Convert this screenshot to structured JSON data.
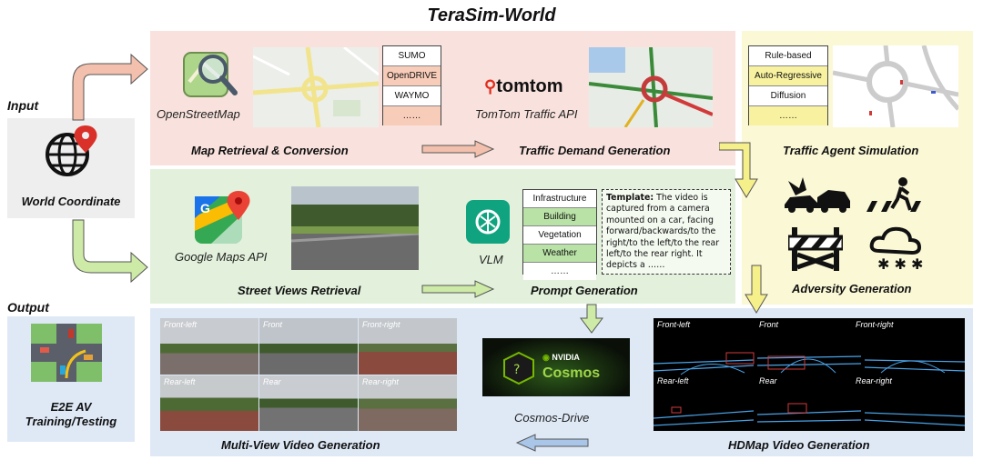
{
  "title": "TeraSim-World",
  "input": {
    "label": "Input",
    "box_label": "World Coordinate"
  },
  "output": {
    "label": "Output",
    "box_label": "E2E AV Training/Testing"
  },
  "map_panel": {
    "osm_label": "OpenStreetMap",
    "formats": [
      "SUMO",
      "OpenDRIVE",
      "WAYMO",
      "……"
    ],
    "stage1": "Map Retrieval & Conversion",
    "tomtom_logo": "tomtom",
    "tomtom_label": "TomTom Traffic API",
    "stage2": "Traffic Demand Generation"
  },
  "agent_panel": {
    "methods": [
      "Rule-based",
      "Auto-Regressive",
      "Diffusion",
      "……"
    ],
    "stage": "Traffic Agent Simulation",
    "adversity_stage": "Adversity Generation"
  },
  "street_panel": {
    "google_label": "Google Maps API",
    "stage1": "Street Views Retrieval",
    "vlm_label": "VLM",
    "attributes": [
      "Infrastructure",
      "Building",
      "Vegetation",
      "Weather",
      "……"
    ],
    "template_heading": "Template:",
    "template_body": "The video is captured from a camera mounted on a car, facing forward/backwards/to the right/to the left/to the rear left/to the rear right. It depicts a ……",
    "stage2": "Prompt Generation"
  },
  "video_panel": {
    "camera_views": [
      "Front-left",
      "Front",
      "Front-right",
      "Rear-left",
      "Rear",
      "Rear-right"
    ],
    "multiview_stage": "Multi-View Video Generation",
    "cosmos_brand": "NVIDIA",
    "cosmos_name": "Cosmos",
    "cosmos_label": "Cosmos-Drive",
    "hdmap_stage": "HDMap Video Generation"
  },
  "colors": {
    "map_panel_bg": "#f9e2dd",
    "street_panel_bg": "#e3f1dc",
    "agent_panel_bg": "#fbf8d6",
    "video_panel_bg": "#dfe9f6",
    "input_box_bg": "#eeeeee",
    "salmon_arrow": "#f2c0ac",
    "green_arrow": "#cdeaa7",
    "yellow_arrow": "#f6f08a",
    "blue_arrow": "#a9c6e8",
    "table_highlight_salmon": "#f7ccb8",
    "table_highlight_green": "#b9e2a6",
    "table_highlight_yellow": "#f8f2a0"
  }
}
